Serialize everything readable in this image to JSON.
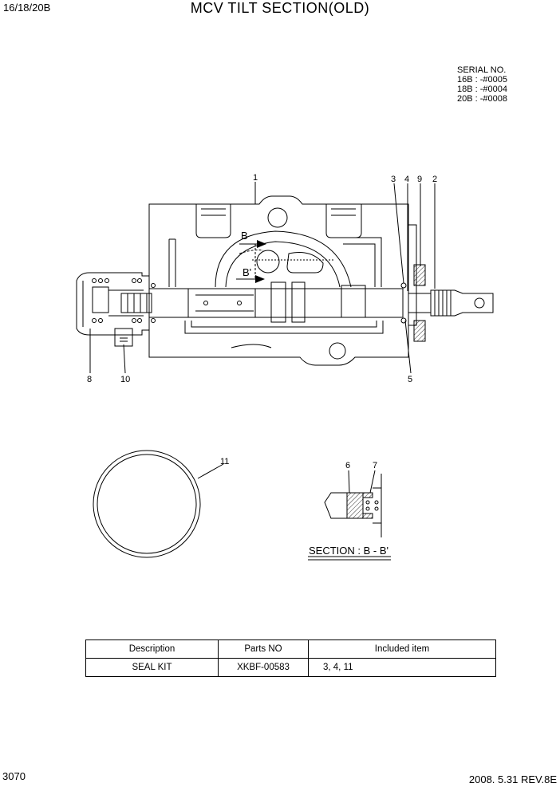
{
  "header": {
    "model": "16/18/20B",
    "title": "MCV TILT SECTION(OLD)"
  },
  "serial": {
    "heading": "SERIAL NO.",
    "lines": [
      "16B : -#0005",
      "18B : -#0004",
      "20B : -#0008"
    ]
  },
  "callouts": {
    "c1": "1",
    "c2": "2",
    "c3": "3",
    "c4": "4",
    "c5": "5",
    "c6": "6",
    "c7": "7",
    "c8": "8",
    "c9": "9",
    "c10": "10",
    "c11": "11"
  },
  "section_marks": {
    "b": "B",
    "b_prime": "B'"
  },
  "section_caption": "SECTION : B - B'",
  "table": {
    "headers": [
      "Description",
      "Parts NO",
      "Included item"
    ],
    "rows": [
      {
        "description": "SEAL KIT",
        "parts_no": "XKBF-00583",
        "included": "3, 4, 11"
      }
    ]
  },
  "footer": {
    "page": "3070",
    "revision": "2008. 5.31  REV.8E"
  }
}
